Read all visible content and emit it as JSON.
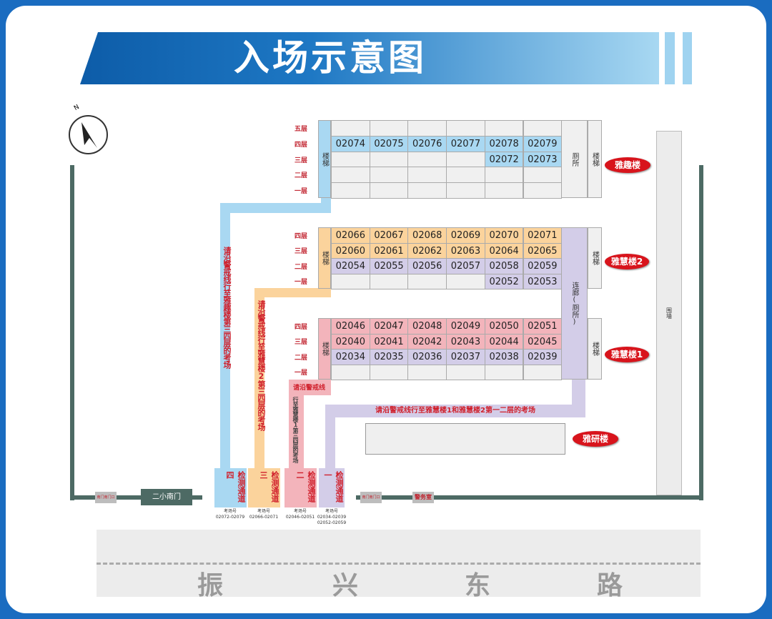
{
  "title": "入场示意图",
  "compass": "N",
  "floors5": [
    "五层",
    "四层",
    "三层",
    "二层",
    "一层"
  ],
  "floors4": [
    "四层",
    "三层",
    "二层",
    "一层"
  ],
  "stair": "楼梯",
  "toilet": "厕所",
  "corridor": "连廊(厕所)",
  "wall_label": "围墙",
  "buildings": {
    "yaqu": {
      "name": "雅趣楼",
      "rows": [
        [
          "",
          "",
          "",
          "",
          "",
          ""
        ],
        [
          "02074",
          "02075",
          "02076",
          "02077",
          "02078",
          "02079"
        ],
        [
          "",
          "",
          "",
          "",
          "02072",
          "02073"
        ],
        [
          "",
          "",
          "",
          "",
          "",
          ""
        ],
        [
          "",
          "",
          "",
          "",
          "",
          ""
        ]
      ]
    },
    "yahui2": {
      "name": "雅慧楼2",
      "rows": [
        [
          "02066",
          "02067",
          "02068",
          "02069",
          "02070",
          "02071"
        ],
        [
          "02060",
          "02061",
          "02062",
          "02063",
          "02064",
          "02065"
        ],
        [
          "02054",
          "02055",
          "02056",
          "02057",
          "02058",
          "02059"
        ],
        [
          "",
          "",
          "",
          "",
          "02052",
          "02053"
        ]
      ]
    },
    "yahui1": {
      "name": "雅慧楼1",
      "rows": [
        [
          "02046",
          "02047",
          "02048",
          "02049",
          "02050",
          "02051"
        ],
        [
          "02040",
          "02041",
          "02042",
          "02043",
          "02044",
          "02045"
        ],
        [
          "02034",
          "02035",
          "02036",
          "02037",
          "02038",
          "02039"
        ],
        [
          "",
          "",
          "",
          "",
          "",
          ""
        ]
      ]
    },
    "yayan": {
      "name": "雅研楼"
    }
  },
  "colors": {
    "blue": "#a9d8f2",
    "orange": "#fbd39c",
    "pink": "#f3b4bb",
    "lavender": "#d3cde8",
    "red": "#d0202c"
  },
  "routes": {
    "r4": "请沿警戒线行至雅趣楼第三四层的考场",
    "r3": "请沿警戒线行至雅慧楼2第三四层的考场",
    "r2a": "请沿警戒线",
    "r2b": "行至雅慧楼1第三四层的考场",
    "r1": "请沿警戒线行至雅慧楼1和雅慧楼2第一二层的考场"
  },
  "gates": [
    {
      "label": "检测通道四",
      "note_title": "考场号",
      "note": "02072-02079"
    },
    {
      "label": "检测通道三",
      "note_title": "考场号",
      "note": "02066-02071"
    },
    {
      "label": "检测通道二",
      "note_title": "考场号",
      "note": "02046-02051"
    },
    {
      "label": "检测通道一",
      "note_title": "考场号",
      "note": "02034-02039",
      "note2": "02052-02059"
    }
  ],
  "south_gate": "二小南门",
  "small_gate1": "南门南门口",
  "small_gate2": "南门南门口",
  "police": "警务室",
  "road": [
    "振",
    "兴",
    "东",
    "路"
  ]
}
